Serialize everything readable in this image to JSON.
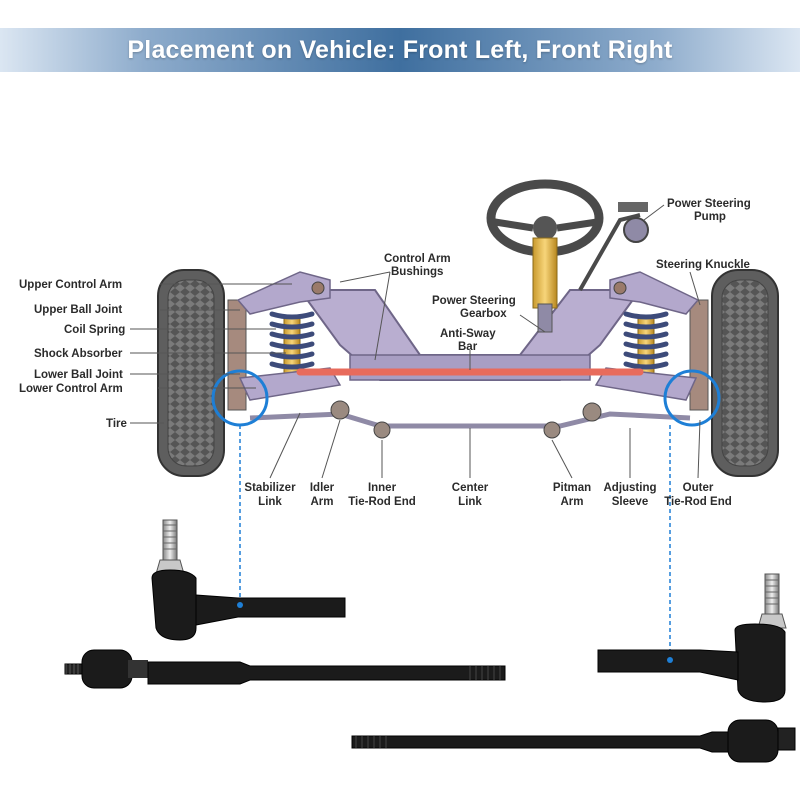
{
  "title": "Placement on Vehicle: Front Left, Front Right",
  "labels": {
    "upper_control_arm": "Upper Control Arm",
    "upper_ball_joint": "Upper Ball Joint",
    "coil_spring": "Coil Spring",
    "shock_absorber": "Shock Absorber",
    "lower_ball_joint": "Lower Ball Joint",
    "lower_control_arm": "Lower Control Arm",
    "tire": "Tire",
    "control_arm_bushings": [
      "Control Arm",
      "Bushings"
    ],
    "power_steering_pump": [
      "Power Steering",
      "Pump"
    ],
    "steering_knuckle": "Steering Knuckle",
    "power_steering_gearbox": [
      "Power Steering",
      "Gearbox"
    ],
    "anti_sway_bar": [
      "Anti-Sway",
      "Bar"
    ],
    "stabilizer_link": [
      "Stabilizer",
      "Link"
    ],
    "idler_arm": [
      "Idler",
      "Arm"
    ],
    "inner_tie_rod_end": [
      "Inner",
      "Tie-Rod End"
    ],
    "center_link": [
      "Center",
      "Link"
    ],
    "pitman_arm": [
      "Pitman",
      "Arm"
    ],
    "adjusting_sleeve": [
      "Adjusting",
      "Sleeve"
    ],
    "outer_tie_rod_end": [
      "Outer",
      "Tie-Rod End"
    ]
  },
  "colors": {
    "banner_center": "#3f6f9f",
    "highlight_circle": "#1e7fd6",
    "frame": "#b9aed0",
    "anti_sway_bar": "#e86b5c",
    "shock": "#e8b64a",
    "tire": "#6a6a6a",
    "part_black": "#1b1b1b"
  }
}
